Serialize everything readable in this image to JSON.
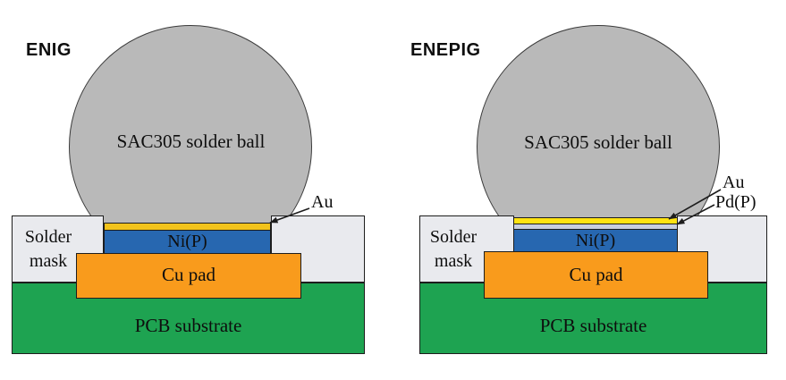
{
  "figure": {
    "description_visible_text_only": true
  },
  "colors": {
    "background": "#ffffff",
    "ball": "#b9b9b9",
    "ball_border": "#3a3a3a",
    "mask": "#e9eaee",
    "nickel": "#2767b0",
    "copper": "#f99b1c",
    "substrate": "#1ea351",
    "gold_enig": "#f2c31b",
    "gold_enepig": "#ffe312",
    "palladium": "#c7cedf",
    "outline": "#1d1d1d",
    "text": "#0e0e0e"
  },
  "diagrams": [
    {
      "title": "ENIG",
      "solder_ball_label": "SAC305 solder ball",
      "solder_mask_label": "Solder mask",
      "nickel_label": "Ni(P)",
      "copper_label": "Cu pad",
      "substrate_label": "PCB substrate",
      "gold_label": "Au"
    },
    {
      "title": "ENEPIG",
      "solder_ball_label": "SAC305 solder ball",
      "solder_mask_label": "Solder mask",
      "nickel_label": "Ni(P)",
      "copper_label": "Cu pad",
      "substrate_label": "PCB substrate",
      "gold_label": "Au",
      "palladium_label": "Pd(P)"
    }
  ]
}
